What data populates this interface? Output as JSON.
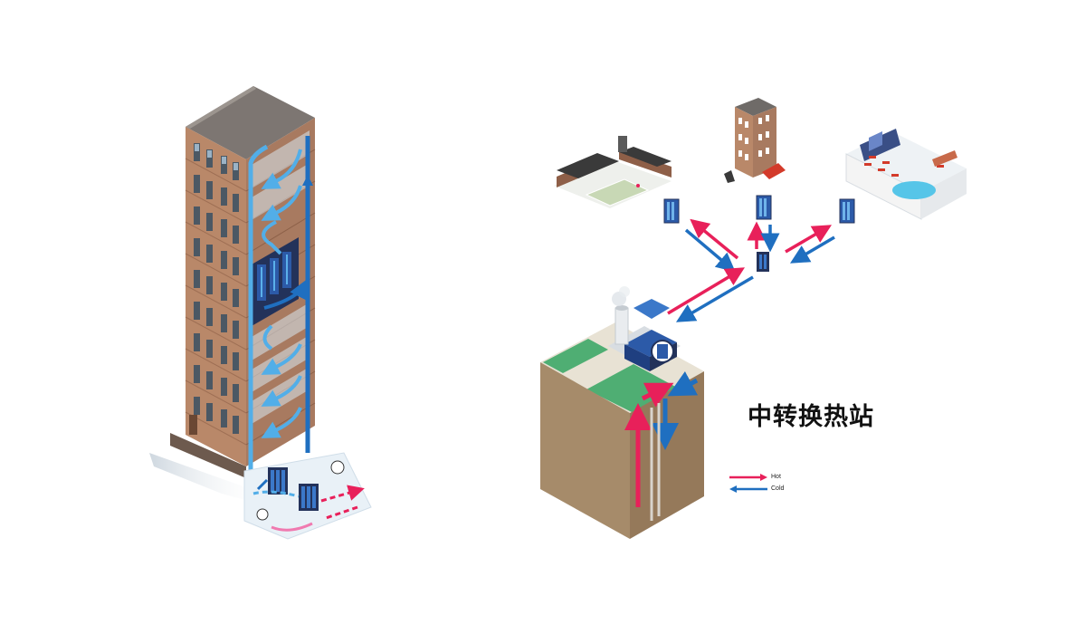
{
  "title": "中转换热站",
  "legend": [
    {
      "label": "Hot",
      "color": "#e8205a"
    },
    {
      "label": "Cold",
      "color": "#1f6fc0"
    }
  ],
  "colors": {
    "hot": "#e8205a",
    "cold": "#1f6fc0",
    "cold_light": "#52aee8",
    "brick": "#b88468",
    "brick_dark": "#8e5f48",
    "soil": "#a68b6a",
    "grass": "#4fae73"
  },
  "icons": [
    "heat-exchanger-icon",
    "pump-icon",
    "school-icon",
    "apartment-tower-icon",
    "hotel-pool-icon",
    "power-plant-icon"
  ]
}
